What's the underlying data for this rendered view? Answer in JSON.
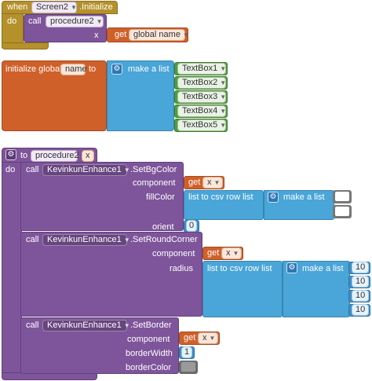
{
  "event_block": {
    "when_label": "when",
    "component": "Screen2",
    "event": ".Initialize",
    "do_label": "do",
    "call_label": "call",
    "procedure": "procedure2",
    "arg_name": "x",
    "get_label": "get",
    "get_var": "global name"
  },
  "global_init": {
    "label": "initialize global",
    "var_name": "name",
    "to_label": "to",
    "make_list_label": "make a list",
    "items": [
      "TextBox1",
      "TextBox2",
      "TextBox3",
      "TextBox4",
      "TextBox5"
    ]
  },
  "procedure_def": {
    "to_label": "to",
    "name": "procedure2",
    "param": "x",
    "do_label": "do"
  },
  "calls": [
    {
      "call_label": "call",
      "component": "KevinkunEnhance1",
      "method": ".SetBgColor",
      "params": {
        "component_label": "component",
        "get_label": "get",
        "get_var": "x",
        "fill_label": "fillColor",
        "csv_label": "list to csv row  list",
        "make_list_label": "make a list",
        "orient_label": "orient",
        "orient_value": "0"
      }
    },
    {
      "call_label": "call",
      "component": "KevinkunEnhance1",
      "method": ".SetRoundCorner",
      "params": {
        "component_label": "component",
        "get_label": "get",
        "get_var": "x",
        "radius_label": "radius",
        "csv_label": "list to csv row  list",
        "make_list_label": "make a list",
        "values": [
          "10",
          "10",
          "10",
          "10"
        ]
      }
    },
    {
      "call_label": "call",
      "component": "KevinkunEnhance1",
      "method": ".SetBorder",
      "params": {
        "component_label": "component",
        "get_label": "get",
        "get_var": "x",
        "width_label": "borderWidth",
        "width_value": "1",
        "color_label": "borderColor"
      }
    }
  ],
  "icons": {
    "mutator": "gear-icon",
    "dropdown": "chevron-down-icon"
  },
  "colors": {
    "event": "#b5912b",
    "procedure": "#7e559a",
    "variable": "#d0602a",
    "list": "#4aa5d8",
    "component": "#4f9e3e",
    "math": "#3f8fc4"
  }
}
